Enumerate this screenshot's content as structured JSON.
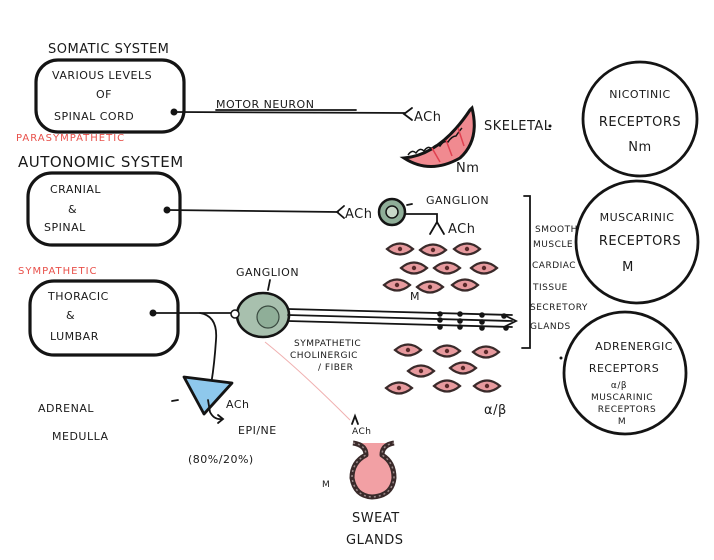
{
  "somatic": {
    "title": "SOMATIC SYSTEM",
    "box_lines": [
      "VARIOUS LEVELS",
      "OF",
      "SPINAL CORD"
    ],
    "neuron_label": "MOTOR NEURON",
    "neurotransmitter": "ACh",
    "target": "SKELETAL",
    "receptor_label": "Nm"
  },
  "parasympathetic": {
    "division_label": "PARASYMPATHETIC",
    "title": "AUTONOMIC SYSTEM",
    "box_lines": [
      "CRANIAL",
      "&",
      "SPINAL"
    ],
    "preganglionic_nt": "ACh",
    "ganglion_label": "GANGLION",
    "postganglionic_nt": "ACh",
    "receptor_label": "M"
  },
  "targets": {
    "items": [
      "SMOOTH",
      "MUSCLE",
      "CARDIAC",
      "TISSUE",
      "SECRETORY",
      "GLANDS"
    ]
  },
  "sympathetic": {
    "division_label": "SYMPATHETIC",
    "box_lines": [
      "THORACIC",
      "&",
      "LUMBAR"
    ],
    "ganglion_label": "GANGLION",
    "cholinergic_fiber_lines": [
      "SYMPATHETIC",
      "CHOLINERGIC",
      "/ FIBER"
    ],
    "receptor_label": "α/β"
  },
  "adrenal": {
    "label_lines": [
      "ADRENAL",
      "MEDULLA"
    ],
    "neurotransmitter": "ACh",
    "output": "EPI/NE",
    "ratio": "(80%/20%)"
  },
  "sweat": {
    "neurotransmitter": "ACh",
    "receptor_label": "M",
    "label_lines": [
      "SWEAT",
      "GLANDS"
    ]
  },
  "receptors": [
    {
      "lines": [
        "NICOTINIC",
        "RECEPTORS",
        "Nm"
      ]
    },
    {
      "lines": [
        "MUSCARINIC",
        "RECEPTORS",
        "M"
      ]
    },
    {
      "lines": [
        "ADRENERGIC",
        "RECEPTORS",
        "α/β",
        "MUSCARINIC",
        "RECEPTORS",
        "M"
      ]
    }
  ],
  "colors": {
    "ink": "#141414",
    "division_red": "#e8504a",
    "muscle_pink": "#f08a90",
    "ganglion_green": "#8fae98",
    "adrenal_blue": "#8ec8ec",
    "sweat_pink": "#f2a0a4",
    "cell_pink": "#e79a9e"
  }
}
